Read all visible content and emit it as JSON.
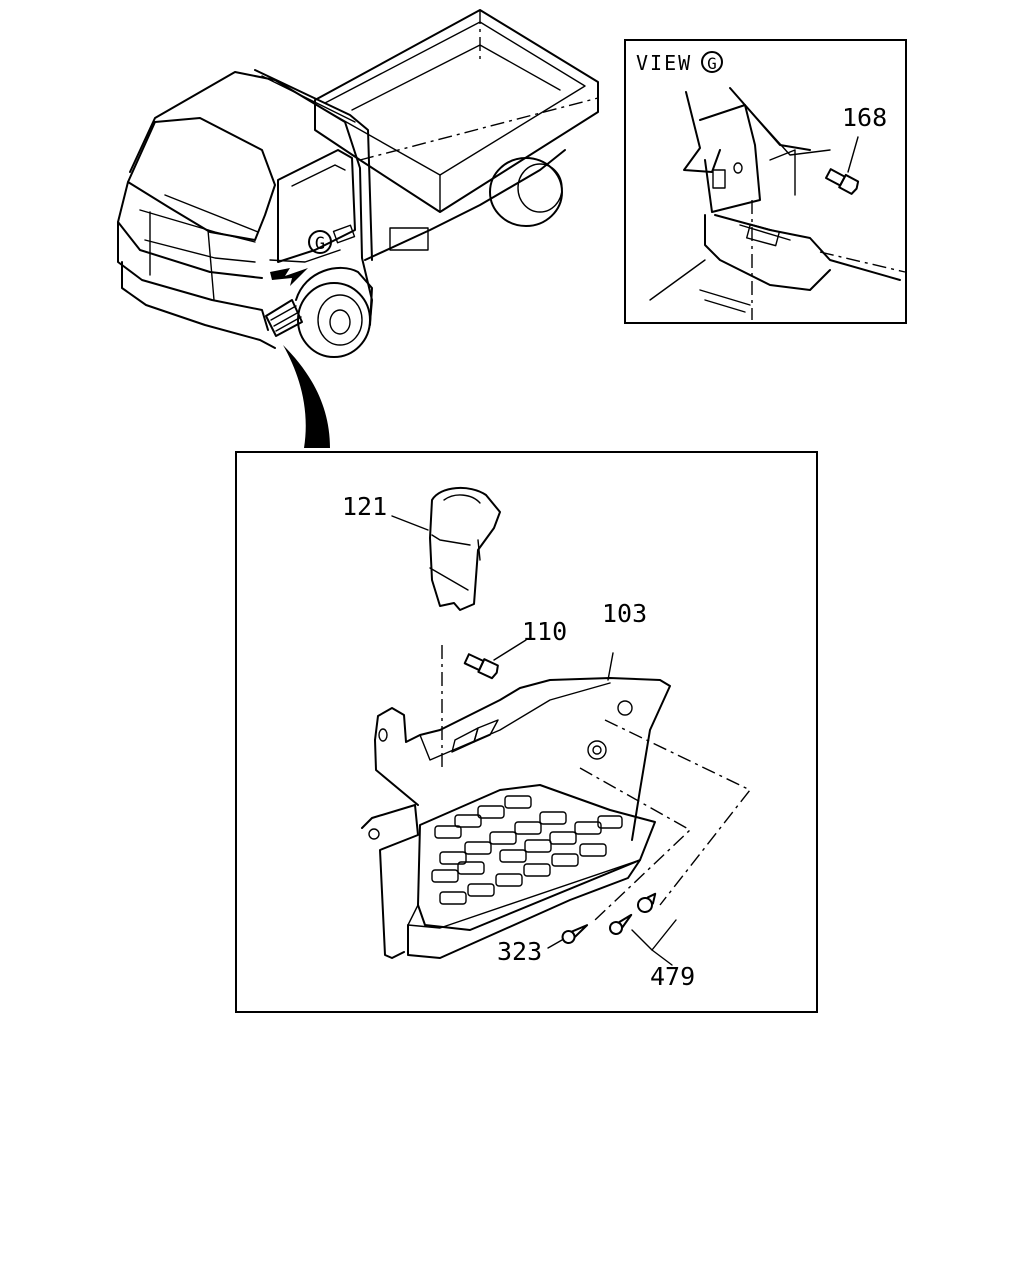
{
  "diagram": {
    "inset_view": {
      "view_word": "VIEW",
      "view_letter": "G"
    },
    "truck_marker_letter": "G",
    "callouts": {
      "p168": "168",
      "p121": "121",
      "p110": "110",
      "p103": "103",
      "p323": "323",
      "p479": "479"
    }
  }
}
